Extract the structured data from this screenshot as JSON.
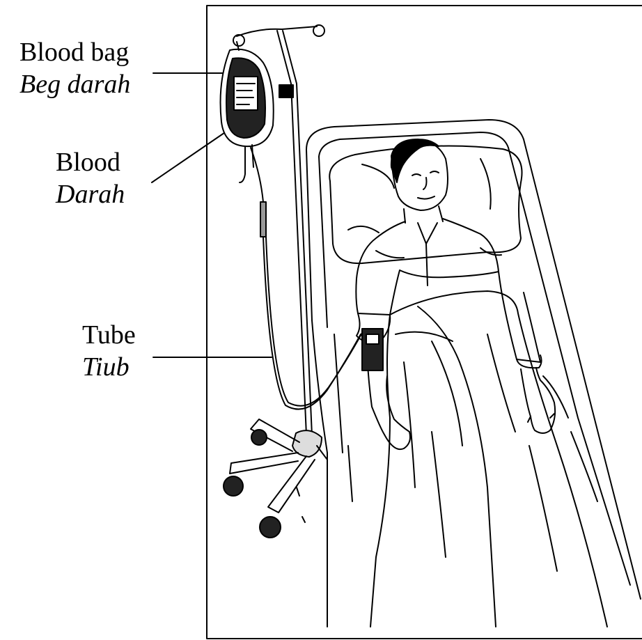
{
  "labels": [
    {
      "english": "Blood bag",
      "malay": "Beg darah"
    },
    {
      "english": "Blood",
      "malay": "Darah"
    },
    {
      "english": "Tube",
      "malay": "Tiub"
    }
  ],
  "colors": {
    "ink": "#000000",
    "paper": "#ffffff"
  }
}
